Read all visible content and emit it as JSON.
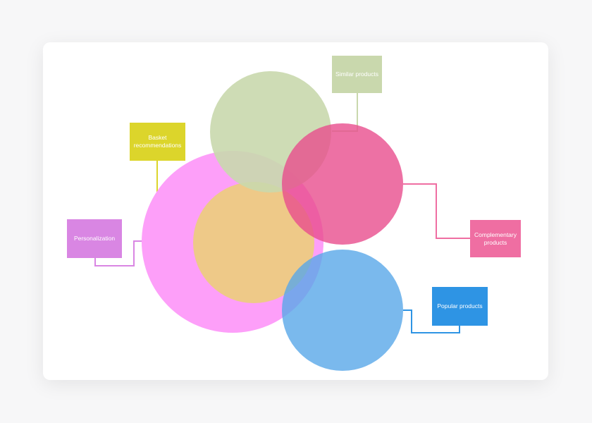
{
  "labels": {
    "similar": "Similar products",
    "basket": "Basket recommendations",
    "personalization": "Personalization",
    "complementary": "Complementary products",
    "popular": "Popular products"
  },
  "colors": {
    "similar": "#c9d8ad",
    "basket": "#dcd52b",
    "personalization": "#d986e3",
    "complementary": "#ef6ea2",
    "popular": "#2e94e4",
    "personalization_circle": "#fd9ff9",
    "basket_circle": "#eec988",
    "popular_circle": "#76b6ea"
  }
}
